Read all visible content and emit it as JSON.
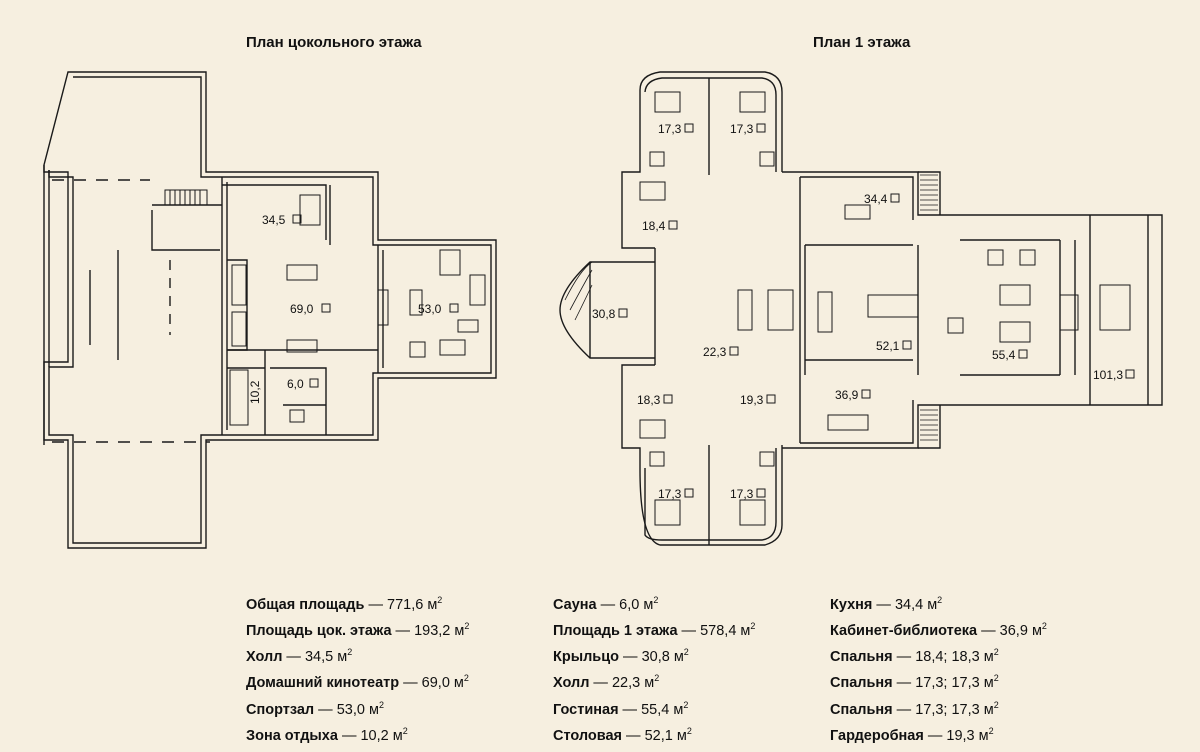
{
  "basement": {
    "title": "План цокольного этажа",
    "areas": [
      "34,5",
      "69,0",
      "53,0",
      "6,0",
      "10,2"
    ]
  },
  "ground": {
    "title": "План 1 этажа",
    "areas": [
      "17,3",
      "17,3",
      "18,4",
      "34,4",
      "30,8",
      "22,3",
      "52,1",
      "55,4",
      "101,3",
      "18,3",
      "19,3",
      "36,9",
      "17,3",
      "17,3"
    ]
  },
  "legend": {
    "unit": "м",
    "unit_exp": "2",
    "col1": [
      {
        "name": "Общая площадь",
        "value": "771,6"
      },
      {
        "name": "Площадь цок. этажа",
        "value": "193,2"
      },
      {
        "name": "Холл",
        "value": "34,5"
      },
      {
        "name": "Домашний кинотеатр",
        "value": "69,0"
      },
      {
        "name": "Спортзал",
        "value": "53,0"
      },
      {
        "name": "Зона отдыха",
        "value": "10,2"
      }
    ],
    "col2": [
      {
        "name": "Сауна",
        "value": "6,0"
      },
      {
        "name": "Площадь 1 этажа",
        "value": "578,4"
      },
      {
        "name": "Крыльцо",
        "value": "30,8"
      },
      {
        "name": "Холл",
        "value": "22,3"
      },
      {
        "name": "Гостиная",
        "value": "55,4"
      },
      {
        "name": "Столовая",
        "value": "52,1"
      }
    ],
    "col3": [
      {
        "name": "Кухня",
        "value": "34,4"
      },
      {
        "name": "Кабинет-библиотека",
        "value": "36,9"
      },
      {
        "name": "Спальня",
        "value": "18,4; 18,3"
      },
      {
        "name": "Спальня",
        "value": "17,3; 17,3"
      },
      {
        "name": "Спальня",
        "value": "17,3; 17,3"
      },
      {
        "name": "Гардеробная",
        "value": "19,3"
      }
    ]
  }
}
